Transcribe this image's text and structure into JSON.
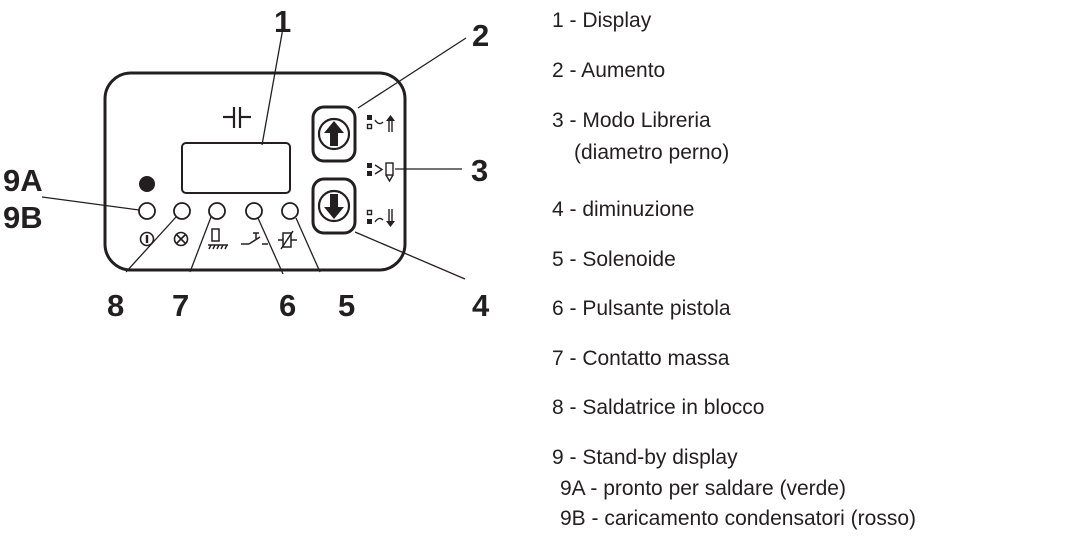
{
  "callouts": {
    "c1": "1",
    "c2": "2",
    "c3": "3",
    "c4": "4",
    "c5": "5",
    "c6": "6",
    "c7": "7",
    "c8": "8",
    "c9a": "9A",
    "c9b": "9B"
  },
  "legend": {
    "item1": "1 - Display",
    "item2": "2 - Aumento",
    "item3_line1": "3 - Modo Libreria",
    "item3_line2": "(diametro perno)",
    "item4": "4 - diminuzione",
    "item5": "5 - Solenoide",
    "item6": "6 - Pulsante pistola",
    "item7": "7 - Contatto massa",
    "item8": "8 - Saldatrice in  blocco",
    "item9": "9 - Stand-by display",
    "item9a": "9A - pronto per saldare (verde)",
    "item9b": "9B - caricamento condensatori (rosso)"
  },
  "icons": {
    "capacitor": "capacitor-icon",
    "arrow_up": "arrow-up-icon",
    "arrow_down": "arrow-down-icon",
    "mode_up": "mode-increase-icon",
    "mode_library": "mode-library-icon",
    "mode_down": "mode-decrease-icon",
    "standby": "standby-icon",
    "blocked": "blocked-icon",
    "ground": "ground-contact-icon",
    "gun_button": "gun-button-icon",
    "solenoid": "solenoid-icon"
  },
  "colors": {
    "ink": "#231f20",
    "background": "#ffffff"
  }
}
